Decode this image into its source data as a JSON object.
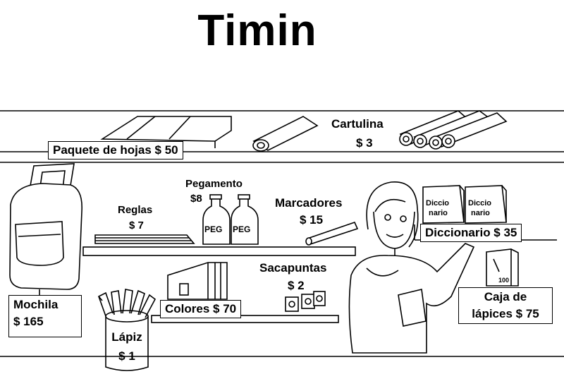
{
  "title": "Timin",
  "items": {
    "paquete": "Paquete  de hojas $ 50",
    "cartulina_name": "Cartulina",
    "cartulina_price": "$ 3",
    "pegamento_name": "Pegamento",
    "pegamento_price": "$8",
    "peg_label": "PEG",
    "reglas_name": "Reglas",
    "reglas_price": "$ 7",
    "marcadores_name": "Marcadores",
    "marcadores_price": "$ 15",
    "diccionario": "Diccionario $ 35",
    "diccio_line1": "Diccio",
    "diccio_line2": "nario",
    "sacapuntas_name": "Sacapuntas",
    "sacapuntas_price": "$ 2",
    "colores": "Colores  $ 70",
    "mochila_name": "Mochila",
    "mochila_price": "$ 165",
    "lapiz_name": "Lápiz",
    "lapiz_price": "$ 1",
    "caja_line1": "Caja de",
    "caja_line2": "lápices $ 75",
    "caja_box_label": "100"
  }
}
